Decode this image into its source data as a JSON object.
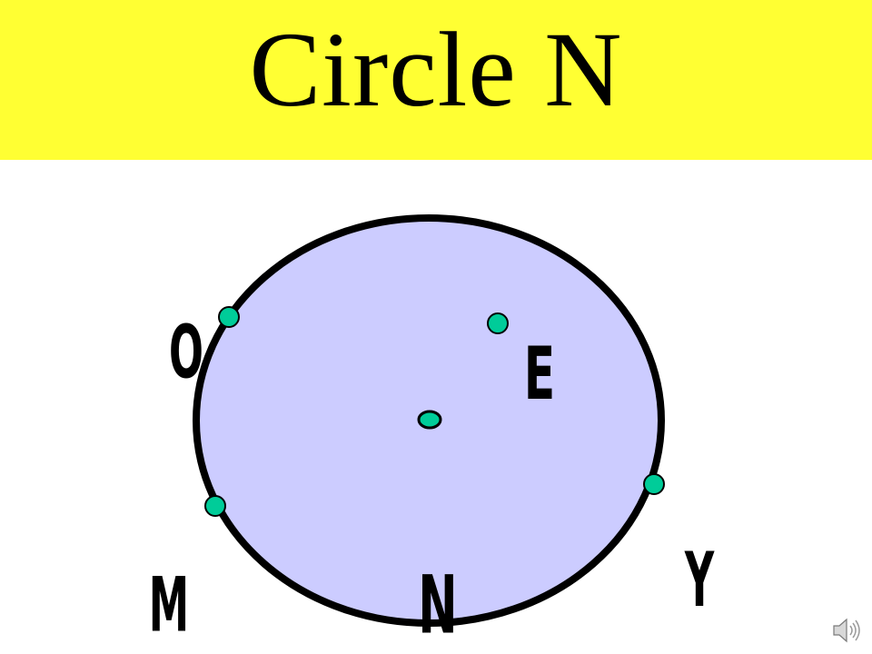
{
  "slide": {
    "title": "Circle N",
    "title_bar_color": "#ffff33"
  },
  "diagram": {
    "circle_fill": "#ccccff",
    "circle_stroke": "#000000",
    "point_fill": "#00cc99",
    "points": [
      {
        "id": "O",
        "label": "O"
      },
      {
        "id": "E",
        "label": "E"
      },
      {
        "id": "N",
        "label": "N"
      },
      {
        "id": "M",
        "label": "M"
      },
      {
        "id": "Y",
        "label": "Y"
      }
    ]
  },
  "audio": {
    "icon": "speaker-icon"
  }
}
